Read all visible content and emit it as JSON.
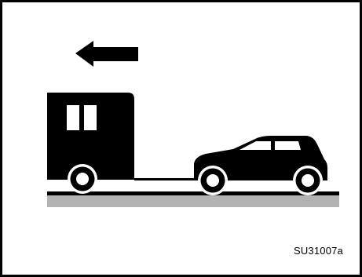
{
  "figure": {
    "code": "SU31007a",
    "description_icons": [
      "left-arrow-icon",
      "trailer-icon",
      "car-icon",
      "tow-bar",
      "ground"
    ],
    "colors": {
      "ink": "#000000",
      "ground": "#b3b3b3",
      "background": "#ffffff",
      "border": "#000000"
    }
  }
}
